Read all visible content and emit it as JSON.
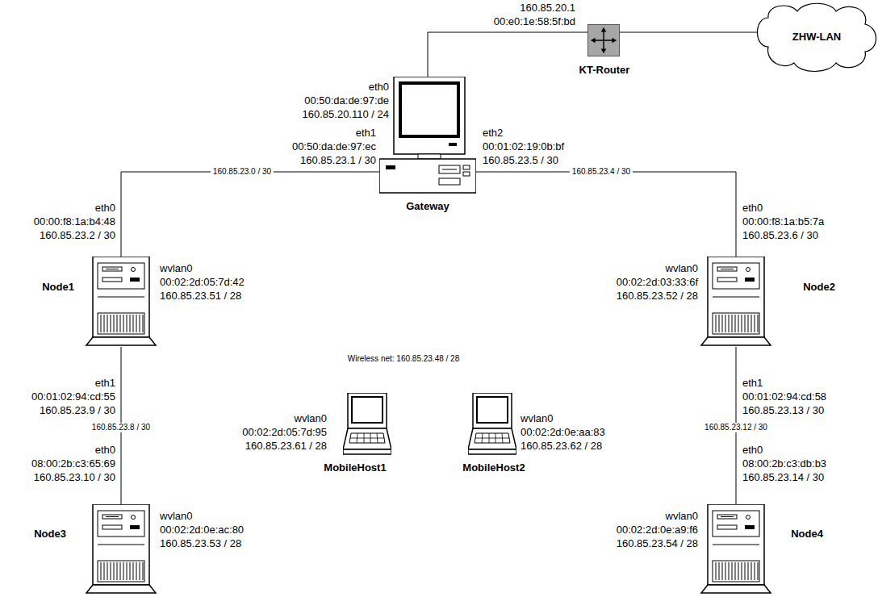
{
  "diagram": {
    "nodes": [
      {
        "text": [
          "KT-Router"
        ]
      },
      {
        "text": [
          "ZHW-LAN"
        ]
      },
      {
        "text": [
          "Gateway"
        ]
      },
      {
        "text": [
          "Node1"
        ]
      },
      {
        "text": [
          "Node2"
        ]
      },
      {
        "text": [
          "MobileHost1"
        ]
      },
      {
        "text": [
          "MobileHost2"
        ]
      },
      {
        "text": [
          "Node3"
        ]
      },
      {
        "text": [
          "Node4"
        ]
      }
    ],
    "edges": [
      {
        "from": 2,
        "to": 0,
        "arrow": "none"
      },
      {
        "from": 0,
        "to": 1,
        "arrow": "none"
      },
      {
        "from": 2,
        "to": 3,
        "arrow": "none",
        "label": "160.85.23.0 / 30"
      },
      {
        "from": 2,
        "to": 4,
        "arrow": "none",
        "label": "160.85.23.4 / 30"
      },
      {
        "from": 3,
        "to": 7,
        "arrow": "none",
        "label": "160.85.23.8 / 30"
      },
      {
        "from": 4,
        "to": 8,
        "arrow": "none",
        "label": "160.85.23.12 / 30"
      }
    ],
    "labels": [
      "160.85.20.1",
      "00:e0:1e:58:5f:bd",
      "eth0",
      "00:50:da:de:97:de",
      "160.85.20.110 / 24",
      "eth1",
      "00:50:da:de:97:ec",
      "160.85.23.1 / 30",
      "eth2",
      "00:01:02:19:0b:bf",
      "160.85.23.5 / 30",
      "eth0",
      "00:00:f8:1a:b4:48",
      "160.85.23.2 / 30",
      "eth0",
      "00:00:f8:1a:b5:7a",
      "160.85.23.6 / 30",
      "wvlan0",
      "00:02:2d:05:7d:42",
      "160.85.23.51 / 28",
      "wvlan0",
      "00:02:2d:03:33:6f",
      "160.85.23.52 / 28",
      "Wireless net: 160.85.23.48 / 28",
      "eth1",
      "00:01:02:94:cd:55",
      "160.85.23.9 / 30",
      "eth1",
      "00:01:02:94:cd:58",
      "160.85.23.13 / 30",
      "wvlan0",
      "00:02:2d:05:7d:95",
      "160.85.23.61 / 28",
      "wvlan0",
      "00:02:2d:0e:aa:83",
      "160.85.23.62 / 28",
      "eth0",
      "08:00:2b:c3:65:69",
      "160.85.23.10 / 30",
      "eth0",
      "08:00:2b:c3:db:b3",
      "160.85.23.14 / 30",
      "wvlan0",
      "00:02:2d:0e:ac:80",
      "160.85.23.53 / 28",
      "wvlan0",
      "00:02:2d:0e:a9:f6",
      "160.85.23.54 / 28"
    ]
  }
}
